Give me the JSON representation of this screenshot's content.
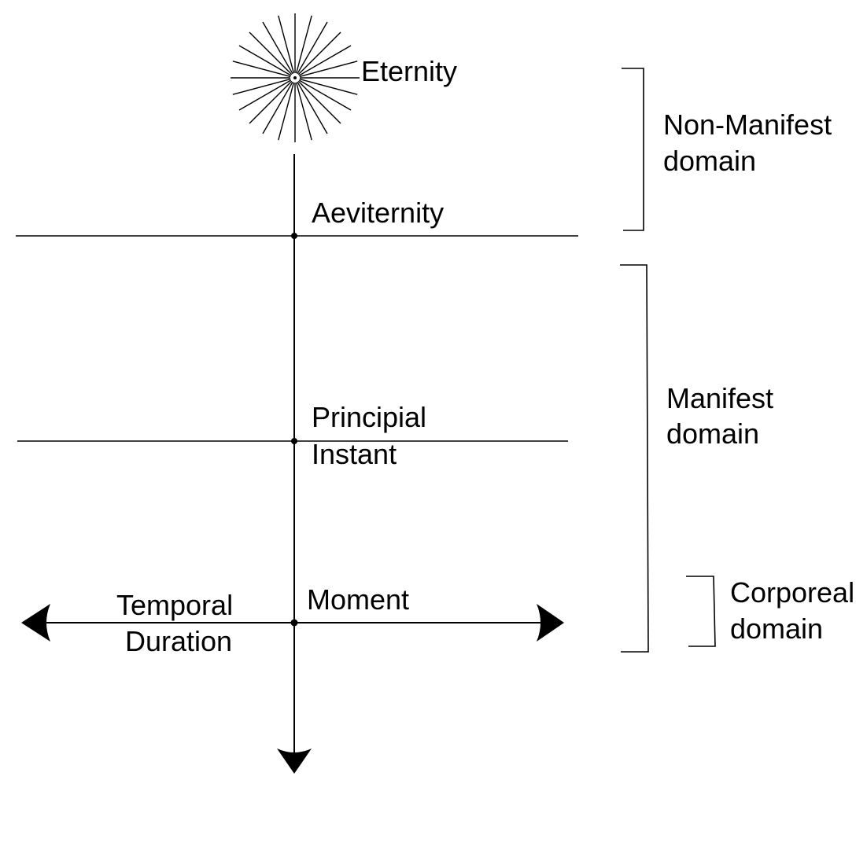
{
  "diagram": {
    "eternity": "Eternity",
    "aeviternity": "Aeviternity",
    "principial_instant": {
      "line1": "Principial",
      "line2": "Instant"
    },
    "moment": "Moment",
    "temporal_duration": {
      "line1": "Temporal",
      "line2": "Duration"
    },
    "brackets": {
      "non_manifest": {
        "line1": "Non-Manifest",
        "line2": "domain"
      },
      "manifest": {
        "line1": "Manifest",
        "line2": "domain"
      },
      "corporeal": {
        "line1": "Corporeal",
        "line2": "domain"
      }
    },
    "colors": {
      "ink": "#000000",
      "background": "#ffffff"
    }
  }
}
